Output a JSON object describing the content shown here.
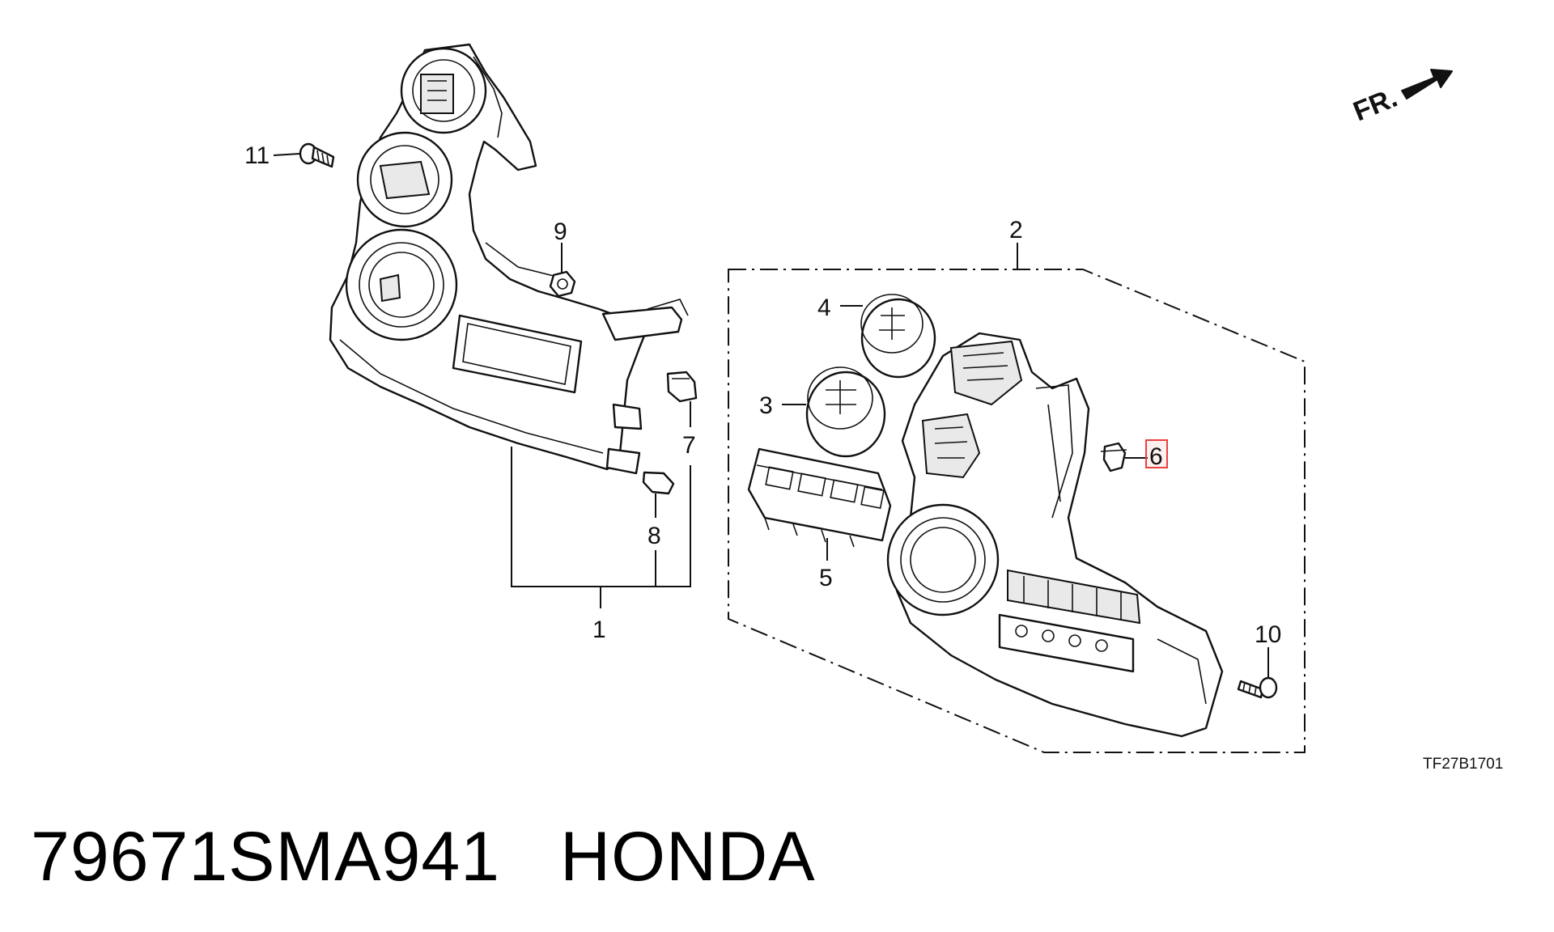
{
  "diagram": {
    "callouts": {
      "c1": "1",
      "c2": "2",
      "c3": "3",
      "c4": "4",
      "c5": "5",
      "c6": "6",
      "c7": "7",
      "c8": "8",
      "c9": "9",
      "c10": "10",
      "c11": "11"
    },
    "direction_label": "FR.",
    "diagram_code": "TF27B1701",
    "highlighted_callout": "6",
    "highlight_color": "#e8423f"
  },
  "footer": {
    "part_number": "79671SMA941",
    "brand": "HONDA"
  }
}
